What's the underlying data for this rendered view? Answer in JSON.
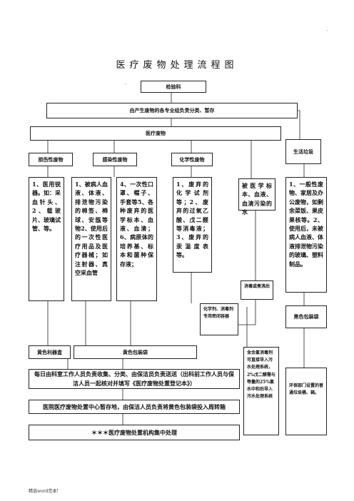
{
  "title": "医疗废物处理流程图",
  "nodes": {
    "lab": "检验科",
    "sort": "由产生废物的各专业组负责分类、暂存",
    "medical_waste": "医疗废物",
    "life_waste": "生活垃圾",
    "cat_injury": "损伤性废物",
    "cat_infect": "感染性废物",
    "cat_chem": "化学性废物",
    "injury_items": "1、医用锐器。如：采血针头、2、载玻片、玻璃试管、等。",
    "infect_items_1": "1、被病人血液、体液、排泄物污染的棉签、棉球、安瓿等物2、使用后的一次性医疗用品及医疗器械；如注射器、真空采血管",
    "infect_items_2": "4、一次性口罩、帽子、手套等5、各种废弃的医学标本、血液、血清；6、病原体的培养基、标本和菌种保存液；",
    "chem_items": "1、废弃的化学试剂等；2、废弃的过氧乙酸、戊二醛等消毒液；3、废弃的汞温度表等。",
    "contaminated": "被医学标本、血液、血清污染的水",
    "life_items": "1、一般性废物、家居及办公废物，如剩余菜饭、果皮果核等。2、使用后，未被病人血液、体液排泄物污染的玻璃、塑料制品。",
    "disinfect": "消毒或煮沸后",
    "chem_container": "化学剂、消毒剂专用密闭容器",
    "yellow_sharps": "黄色利器盒",
    "yellow_bag": "黄色包装袋",
    "black_bag": "黑色包装袋",
    "sewage": "含余氯消毒剂可直接导入污水处理系统，2%戊二醛需与等量的25%氯水中和后导入污水处理系统",
    "env_dept": "环保部门设置的普通垃圾桶、箱。",
    "collect": "每日由科室工作人员负责收集、分类、由保洁员负责送送（出科前工作人员与保洁人员一起核对并填写《医疗废物处置登记本》）",
    "storage": "医院医疗废物处置中心暂存地，由保洁人员负责将黄色包装袋投入周转箱",
    "final": "＊＊＊医疗废物处置机构集中处理"
  },
  "footer": "精选word范本!"
}
